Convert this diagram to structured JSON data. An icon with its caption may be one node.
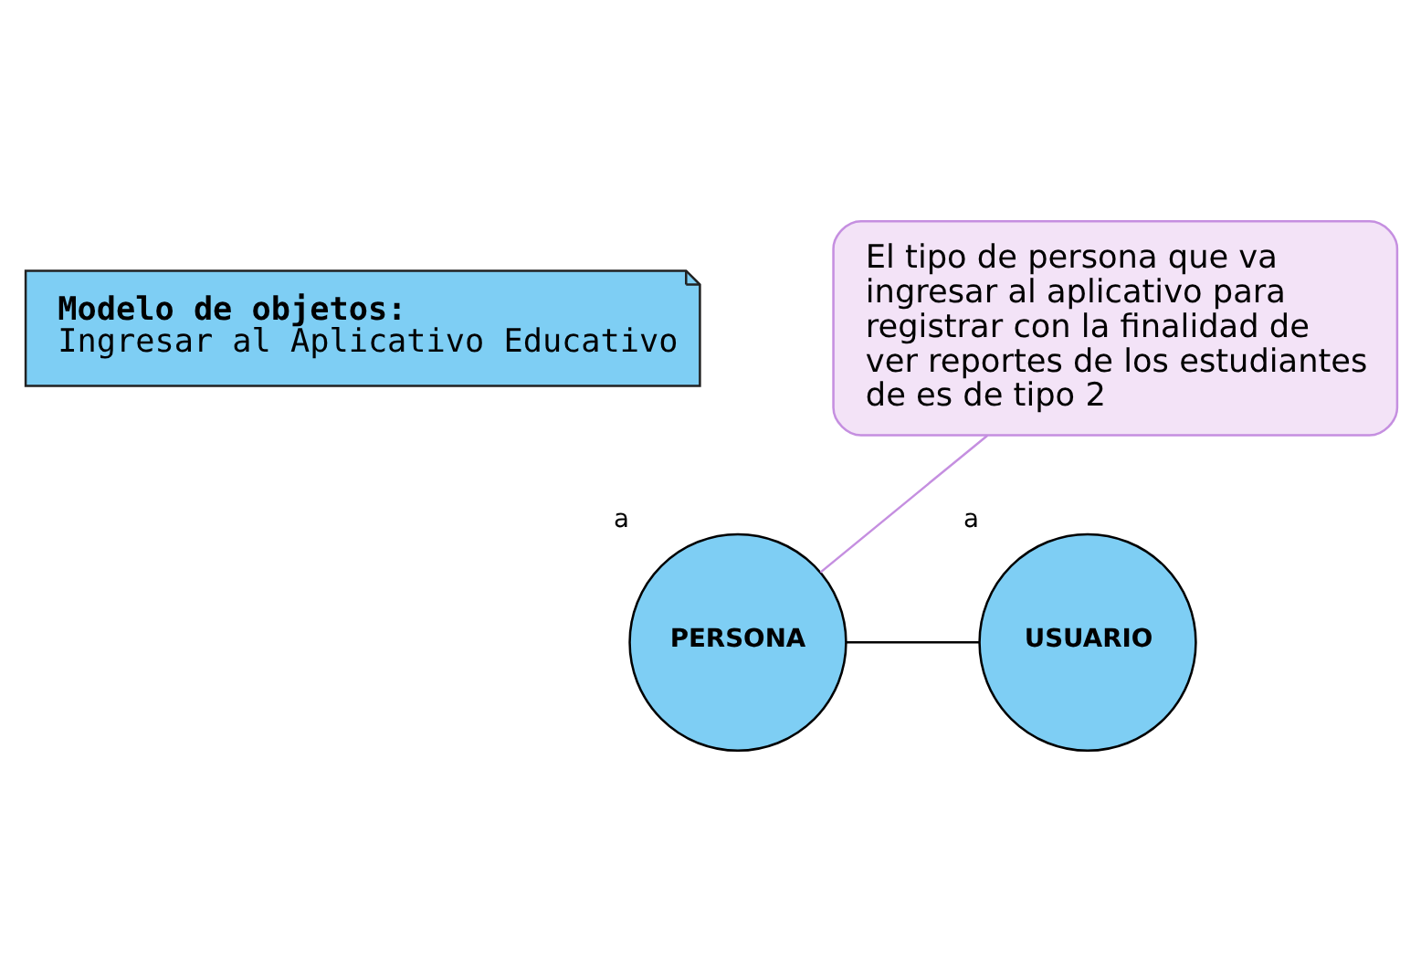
{
  "diagram": {
    "nodes": [
      {
        "text": [
          "Modelo de objetos:",
          "Ingresar al Aplicativo Educativo"
        ]
      },
      {
        "text": [
          "PERSONA"
        ],
        "beside": [
          "a"
        ]
      },
      {
        "text": [
          "USUARIO"
        ],
        "beside": [
          "a"
        ]
      },
      {
        "text": [
          "El tipo de persona que va ingresar al aplicativo para registrar con la finalidad de ver reportes de los estudiantes de es de tipo 2"
        ]
      }
    ],
    "edges": [
      {
        "from": 1,
        "to": 2,
        "arrow": "none"
      },
      {
        "from": 3,
        "to": 1,
        "arrow": "none",
        "color": "#c58fe0"
      }
    ]
  }
}
